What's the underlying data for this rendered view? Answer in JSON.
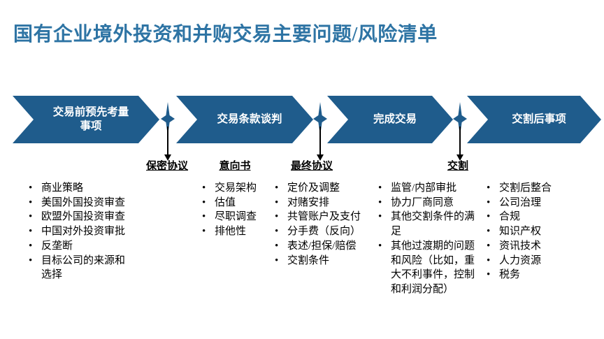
{
  "slide": {
    "title": "国有企业境外投资和并购交易主要问题/风险清单"
  },
  "colors": {
    "title_blue": "#2E74A4",
    "chevron_blue": "#1F5C8C",
    "star_blue": "#1F5C8C",
    "pointer_black": "#000000"
  },
  "flow": {
    "stages": [
      {
        "label": "交易前预先考量\n事项"
      },
      {
        "label": "交易条款谈判"
      },
      {
        "label": "完成交易"
      },
      {
        "label": "交割后事项"
      }
    ],
    "milestones": [
      {
        "label": "保密协议"
      },
      {
        "label": "意向书"
      },
      {
        "label": "最终协议"
      },
      {
        "label": "交割"
      }
    ]
  },
  "columns": [
    {
      "items": [
        "商业策略",
        "美国外国投资审查",
        "欧盟外国投资审查",
        "中国对外投资审批",
        "反垄断",
        "目标公司的来源和选择"
      ]
    },
    {
      "items": [
        "交易架构",
        "估值",
        "尽职调查",
        "排他性"
      ]
    },
    {
      "items": [
        "定价及调整",
        "对赌安排",
        "共管账户及支付",
        "分手费（反向）",
        "表述/担保/赔偿",
        "交割条件"
      ]
    },
    {
      "items": [
        "监管/内部审批",
        "协力厂商同意",
        "其他交割条件的满足",
        "其他过渡期的问题和风险（比如，重大不利事件，控制和利润分配）"
      ]
    },
    {
      "items": [
        "交割后整合",
        "公司治理",
        "合规",
        "知识产权",
        "资讯技术",
        "人力资源",
        "税务"
      ]
    }
  ]
}
